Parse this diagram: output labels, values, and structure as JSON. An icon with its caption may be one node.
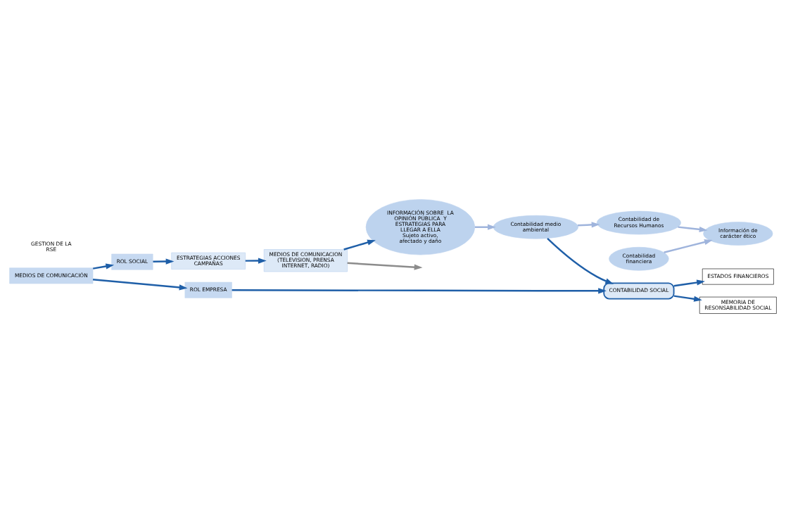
{
  "diagram": {
    "nodes": [
      {
        "text": [
          "ROL EMPRESA"
        ]
      },
      {
        "text": [
          "CONTABILIDAD SOCIAL"
        ]
      },
      {
        "text": [
          "MEDIOS DE COMUNICACIÓN"
        ]
      },
      {
        "text": [
          "ESTADOS FINANCIEROS"
        ]
      },
      {
        "text": [
          "MEMORIA DE RESONSABILIDAD SOCIAL"
        ]
      },
      {
        "text": [
          "Contabilidad de Recursos Humanos"
        ]
      },
      {
        "text": [
          "Contabilidad medio ambiental"
        ]
      },
      {
        "text": [
          "Información de carácter ético"
        ]
      },
      {
        "text": [
          "Contabilidad financiera"
        ]
      },
      {
        "text": [
          "INFORMACIÓN SOBRE  LA OPINIÓN PÚBLICA  Y ESTRATEGIAS PARA LLEGAR A ELLA",
          "Sujeto activo, afectado y daño"
        ]
      },
      {
        "text": [
          "ROL SOCIAL"
        ]
      },
      {
        "text": [
          "ESTRATEGIAS ACCIONES CAMPAÑAS"
        ]
      },
      {
        "text": [
          "MEDIOS DE COMUNICACION",
          "(TELEVISION, PRENSA INTERNET, RADIO)"
        ]
      }
    ],
    "edges": [
      {
        "from": 2,
        "to": 0,
        "arrow": "to"
      },
      {
        "from": 0,
        "to": 1,
        "arrow": "to"
      },
      {
        "from": 1,
        "to": 3,
        "arrow": "to"
      },
      {
        "from": 1,
        "to": 4,
        "arrow": "to"
      },
      {
        "from": 6,
        "to": 1,
        "arrow": "to"
      },
      {
        "from": 6,
        "to": 5,
        "arrow": "to",
        "color": "#9fb4dc"
      },
      {
        "from": 5,
        "to": 7,
        "arrow": "to",
        "color": "#9fb4dc"
      },
      {
        "from": 8,
        "to": 7,
        "arrow": "to",
        "color": "#9fb4dc"
      },
      {
        "from": 9,
        "to": 6,
        "arrow": "to",
        "color": "#9fb4dc"
      },
      {
        "from": 2,
        "to": 10,
        "arrow": "to"
      },
      {
        "from": 10,
        "to": 11,
        "arrow": "to"
      },
      {
        "from": 11,
        "to": 12,
        "arrow": "to"
      },
      {
        "from": 12,
        "to": 9,
        "arrow": "to"
      },
      {
        "from": 12,
        "to": null,
        "arrow": "to",
        "color": "#8c8c8c"
      }
    ],
    "labels": [
      "GESTION DE LA RSE"
    ]
  }
}
